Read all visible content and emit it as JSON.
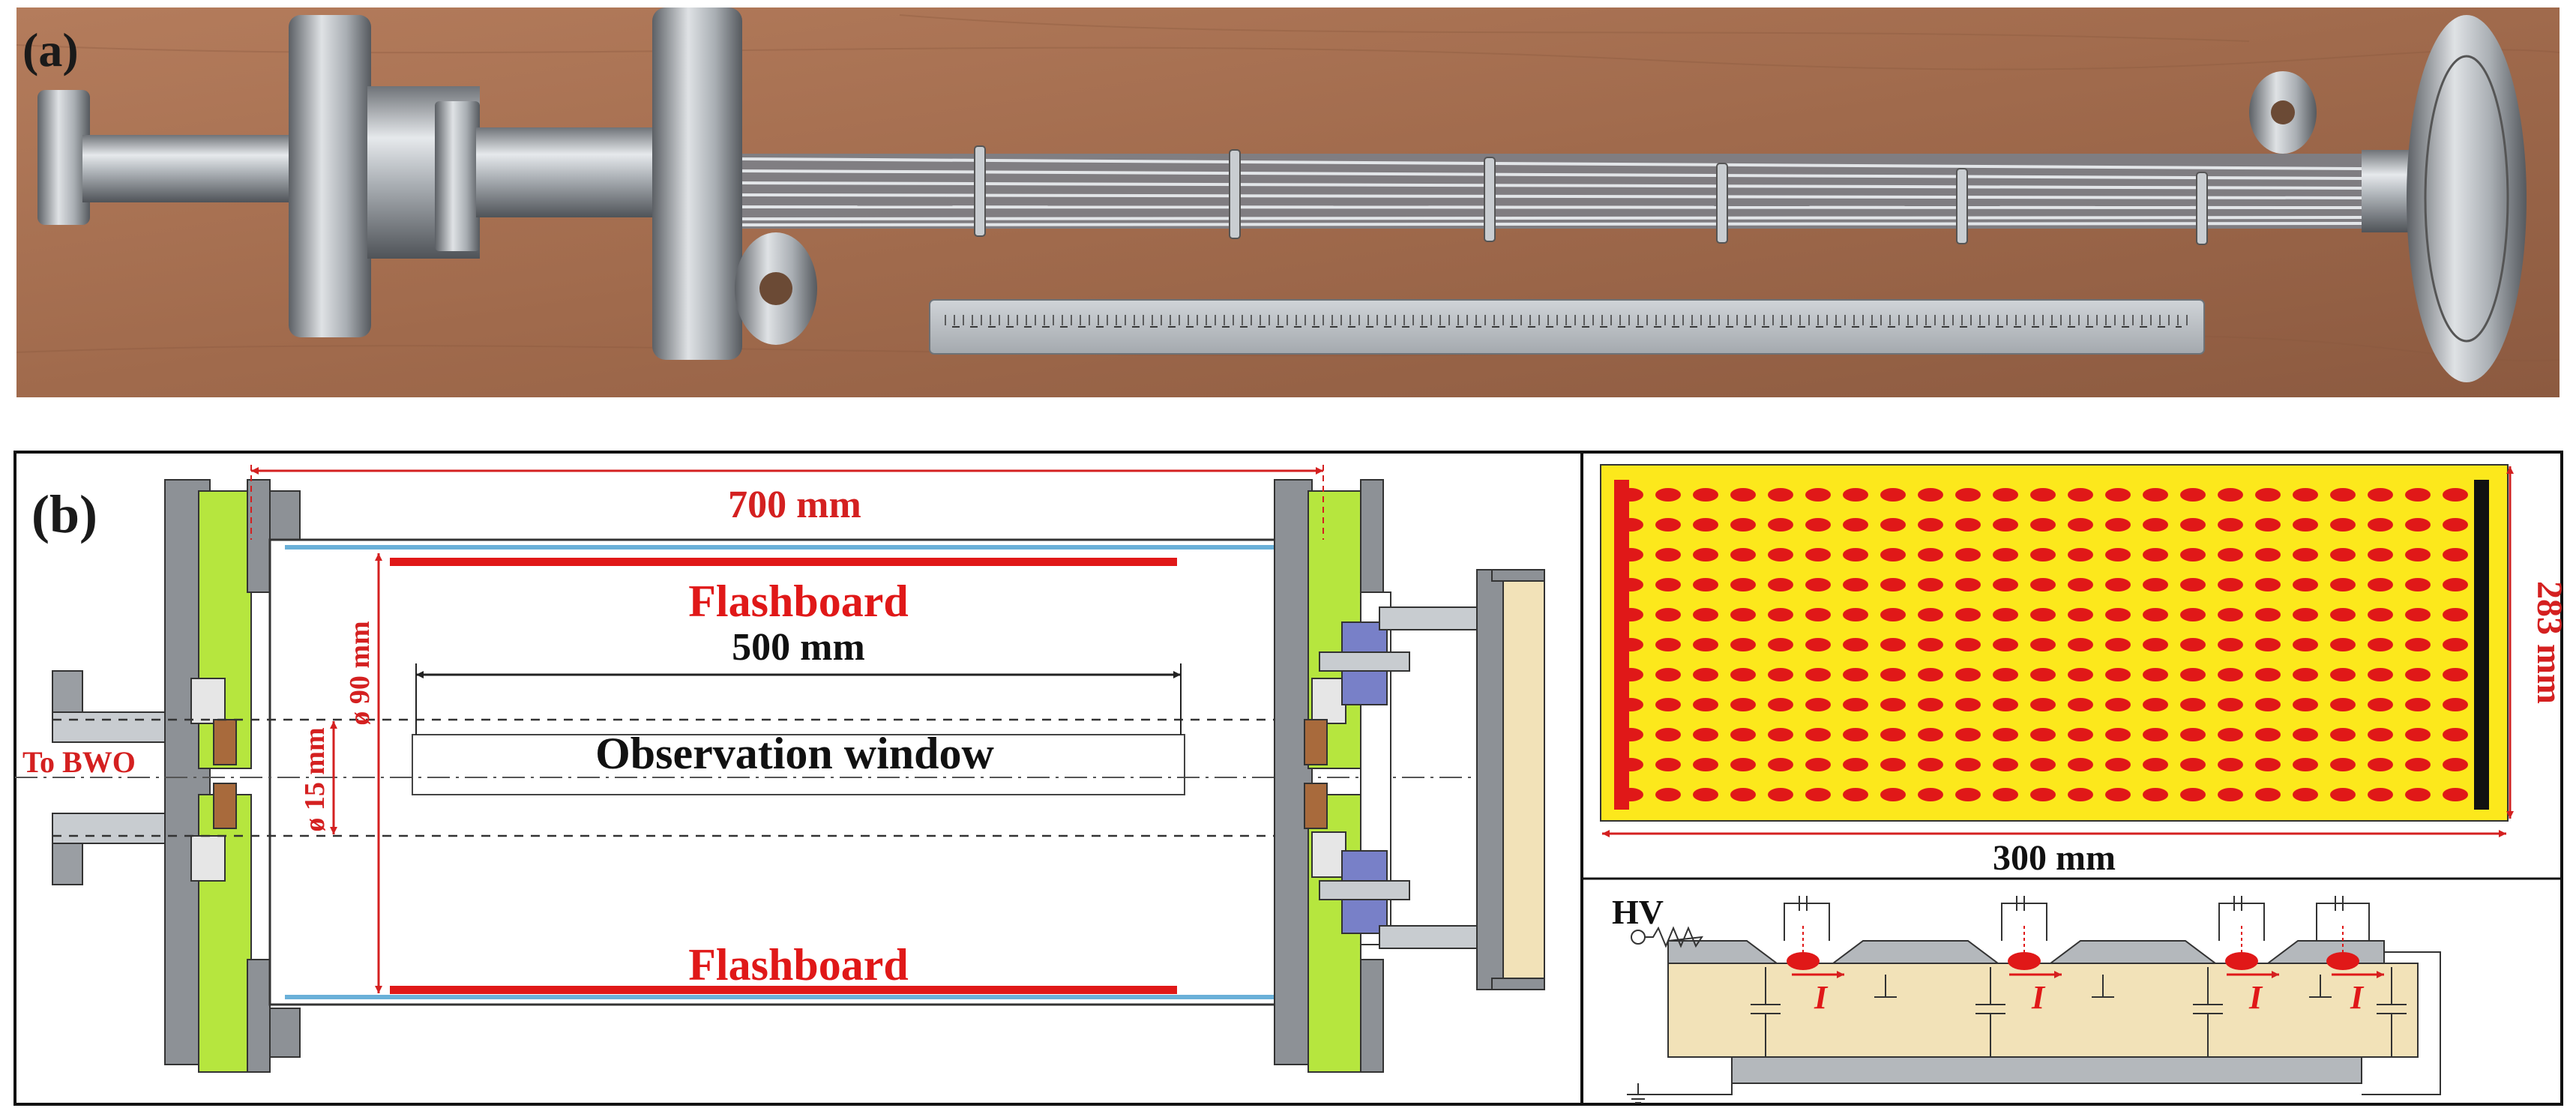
{
  "panel_a": {
    "label": "(a)"
  },
  "panel_b": {
    "label": "(b)",
    "length_label": "700 mm",
    "flashboard_top_label": "Flashboard",
    "flashboard_bottom_label": "Flashboard",
    "window_length_label": "500 mm",
    "observation_label": "Observation window",
    "inner_dia_label": "ø 90 mm",
    "beam_dia_label": "ø 15 mm",
    "port_label": "To BWO"
  },
  "board": {
    "height_label": "283 mm",
    "width_label": "300 mm"
  },
  "circuit": {
    "hv_label": "HV",
    "current_label": "I"
  },
  "colors": {
    "photo_bg": "#a06a4c",
    "metal": "#c8ccd0",
    "flashboard_red": "#e01818",
    "dimension_red": "#d42020",
    "green_insulator": "#b6e63e",
    "board_yellow": "#fce81c",
    "beige_insulator": "#f2e2b8"
  }
}
